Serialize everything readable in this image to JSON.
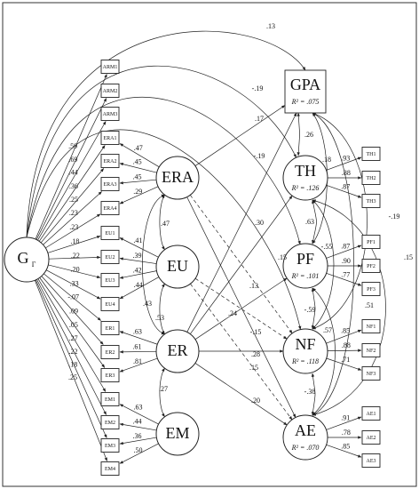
{
  "frame_note": "",
  "nodes": {
    "G": {
      "label": "G",
      "sub": "Γ"
    },
    "ERA": {
      "label": "ERA"
    },
    "EU": {
      "label": "EU"
    },
    "ER": {
      "label": "ER"
    },
    "EM": {
      "label": "EM"
    },
    "GPA": {
      "label": "GPA",
      "r2": "R² = .075"
    },
    "TH": {
      "label": "TH",
      "r2": "R² = .126"
    },
    "PF": {
      "label": "PF",
      "r2": "R² = .101"
    },
    "NF": {
      "label": "NF",
      "r2": "R² = .118"
    },
    "AE": {
      "label": "AE",
      "r2": "R² = .070"
    }
  },
  "indicators_left": [
    {
      "label": "ARM1",
      "g": ".59"
    },
    {
      "label": "ARM2",
      "g": ".69"
    },
    {
      "label": "ARM3",
      "g": ".44"
    },
    {
      "label": "ERA1",
      "g": ".36",
      "f": ".47"
    },
    {
      "label": "ERA2",
      "g": ".25",
      "f": ".45"
    },
    {
      "label": "ERA3",
      "g": ".23",
      "f": ".45"
    },
    {
      "label": "ERA4",
      "g": ".23",
      "f": ".29"
    },
    {
      "label": "EU1",
      "g": ".18",
      "f": ".41"
    },
    {
      "label": "EU2",
      "g": ".22",
      "f": ".39"
    },
    {
      "label": "EU3",
      "g": ".20",
      "f": ".42"
    },
    {
      "label": "EU4",
      "g": ".33",
      "f": ".44"
    },
    {
      "label": "ER1",
      "g": "-.07",
      "f": ".63"
    },
    {
      "label": "ER2",
      "g": ".09",
      "f": ".61"
    },
    {
      "label": "ER3",
      "g": ".05",
      "f": ".81"
    },
    {
      "label": "EM1",
      "g": ".27",
      "f": ".63"
    },
    {
      "label": "EM2",
      "g": ".22",
      "f": ".44"
    },
    {
      "label": "EM3",
      "g": ".18",
      "f": ".36"
    },
    {
      "label": "EM4",
      "g": ".25",
      "f": ".50"
    }
  ],
  "indicators_right": [
    {
      "label": "TH1",
      "f": ".93"
    },
    {
      "label": "TH2",
      "f": ".88"
    },
    {
      "label": "TH3",
      "f": ".87"
    },
    {
      "label": "PF1",
      "f": ".87"
    },
    {
      "label": "PF2",
      "f": ".90"
    },
    {
      "label": "PF3",
      "f": ".77"
    },
    {
      "label": "NF1",
      "f": ".85"
    },
    {
      "label": "NF2",
      "f": ".88"
    },
    {
      "label": "NF3",
      "f": ".71"
    },
    {
      "label": "AE1",
      "f": ".91"
    },
    {
      "label": "AE2",
      "f": ".78"
    },
    {
      "label": "AE3",
      "f": ".85"
    }
  ],
  "factor_correlations": {
    "ERA_EU": ".47",
    "EU_ER": ".53",
    "ERA_ER": ".43",
    "ER_EM": ".27"
  },
  "outcome_correlations": {
    "GPA_TH": ".26",
    "GPA_PF": ".18",
    "TH_PF": ".63",
    "TH_NF": "-.55",
    "PF_NF": "-.59",
    "PF_AE": ".57",
    "NF_AE": "-.38",
    "GPA_NF": "-.19",
    "GPA_AE": ".51",
    "TH_AE": ".15"
  },
  "g_paths": {
    "GPA": ".13",
    "TH": "-.19",
    "PF": "-.19",
    "NF": ".15"
  },
  "structural_paths": {
    "ERA_GPA": ".17",
    "ERA_NF": "-.15",
    "ER_TH": ".30",
    "ER_PF": ".24",
    "ER_NF": ".28",
    "ER_AE": ".20",
    "ER_GPA": ".13",
    "EU_AE": ".15"
  }
}
